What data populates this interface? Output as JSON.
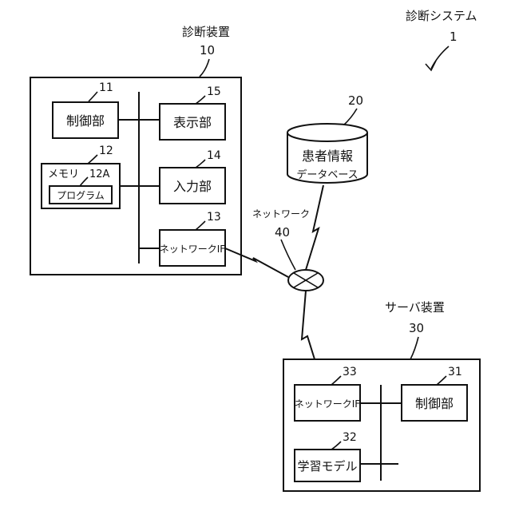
{
  "system": {
    "title": "診断システム",
    "ref": "1"
  },
  "diagnosis_device": {
    "title": "診断装置",
    "ref": "10",
    "control": {
      "label": "制御部",
      "ref": "11"
    },
    "memory": {
      "label": "メモリ",
      "ref": "12",
      "program_ref": "12A",
      "program_label": "プログラム"
    },
    "network_if": {
      "label": "ネットワークIF",
      "ref": "13"
    },
    "input": {
      "label": "入力部",
      "ref": "14"
    },
    "display": {
      "label": "表示部",
      "ref": "15"
    }
  },
  "patient_db": {
    "line1": "患者情報",
    "line2": "データベース",
    "ref": "20"
  },
  "network": {
    "label": "ネットワーク",
    "ref": "40"
  },
  "server": {
    "title": "サーバ装置",
    "ref": "30",
    "control": {
      "label": "制御部",
      "ref": "31"
    },
    "model": {
      "label": "学習モデル",
      "ref": "32"
    },
    "network_if": {
      "label": "ネットワークIF",
      "ref": "33"
    }
  }
}
